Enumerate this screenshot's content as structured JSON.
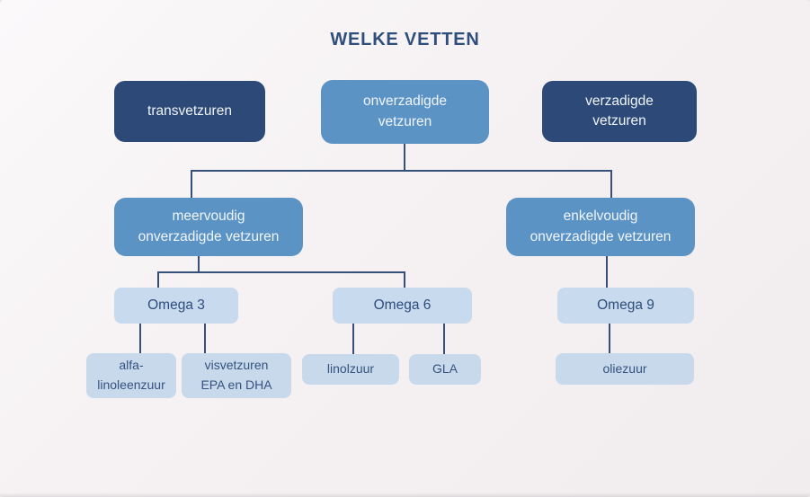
{
  "title": "WELKE VETTEN",
  "colors": {
    "background": "#f4f0f2",
    "dark_navy_box": "#2d4977",
    "medium_blue_box": "#5b93c5",
    "light_blue_box": "#c8daed",
    "lighter_blue_box": "#c8d9eb",
    "connector": "#35517a",
    "title_text": "#2f4e7c",
    "box_text_light": "#f0f5fb",
    "box_text_dark": "#2f4d7c"
  },
  "nodes": {
    "transvetzuren": {
      "label": "transvetzuren"
    },
    "onverzadigde": {
      "label": "onverzadigde\nvetzuren"
    },
    "verzadigde": {
      "label": "verzadigde\nvetzuren"
    },
    "meervoudig": {
      "label": "meervoudig\nonverzadigde vetzuren"
    },
    "enkelvoudig": {
      "label": "enkelvoudig\nonverzadigde vetzuren"
    },
    "omega3": {
      "label": "Omega 3"
    },
    "omega6": {
      "label": "Omega 6"
    },
    "omega9": {
      "label": "Omega 9"
    },
    "alfa_linoleenzuur": {
      "label": "alfa-\nlinoleenzuur"
    },
    "visvetzuren": {
      "label": "visvetzuren\nEPA en DHA"
    },
    "linolzuur": {
      "label": "linolzuur"
    },
    "gla": {
      "label": "GLA"
    },
    "oliezuur": {
      "label": "oliezuur"
    }
  },
  "edges": [
    {
      "from": "onverzadigde vetzuren",
      "to": "meervoudig onverzadigde vetzuren"
    },
    {
      "from": "onverzadigde vetzuren",
      "to": "enkelvoudig onverzadigde vetzuren"
    },
    {
      "from": "meervoudig onverzadigde vetzuren",
      "to": "Omega 3"
    },
    {
      "from": "meervoudig onverzadigde vetzuren",
      "to": "Omega 6"
    },
    {
      "from": "enkelvoudig onverzadigde vetzuren",
      "to": "Omega 9"
    },
    {
      "from": "Omega 3",
      "to": "alfa-linoleenzuur"
    },
    {
      "from": "Omega 3",
      "to": "visvetzuren EPA en DHA"
    },
    {
      "from": "Omega 6",
      "to": "linolzuur"
    },
    {
      "from": "Omega 6",
      "to": "GLA"
    },
    {
      "from": "Omega 9",
      "to": "oliezuur"
    }
  ]
}
